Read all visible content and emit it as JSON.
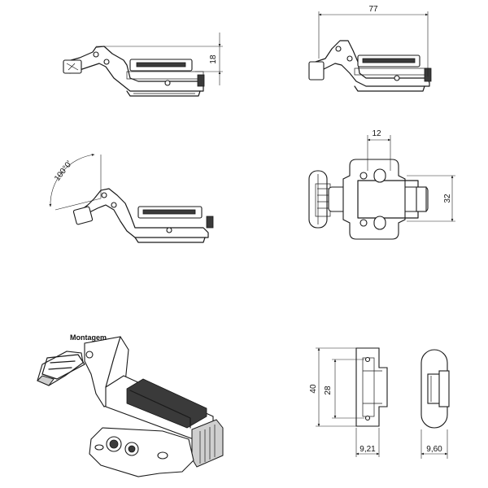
{
  "dimensions": {
    "depth_18": "18",
    "width_77": "77",
    "hole_spacing_12": "12",
    "plate_width_32": "32",
    "angle": "100°0'",
    "plate_length_40": "40",
    "hole_distance_28": "28",
    "plate_offset": "9,21",
    "plate_thickness": "9,60"
  },
  "labels": {
    "assembly": "Montagem"
  }
}
